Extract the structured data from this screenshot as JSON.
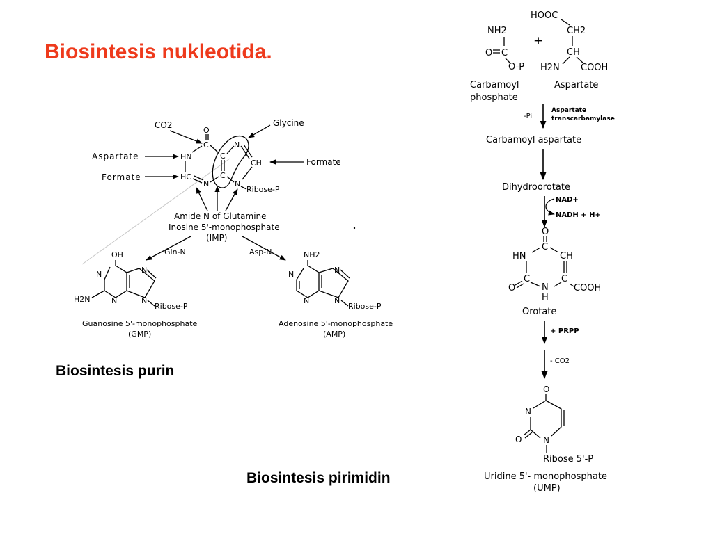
{
  "slide": {
    "title": "Biosintesis nukleotida.",
    "caption_purine": "Biosintesis purin",
    "caption_pyrimidine": "Biosintesis pirimidin",
    "title_color": "#ee3a1c"
  },
  "purine": {
    "sources": {
      "co2": "CO2",
      "glycine": "Glycine",
      "aspartate": "Aspartate",
      "formate_left": "Formate",
      "formate_right": "Formate",
      "amide": "Amide N of Glutamine"
    },
    "ring": {
      "o": "O",
      "c_top": "C",
      "hn": "HN",
      "hc": "HC",
      "n_bottom": "N",
      "c_mid1": "C",
      "c_mid2": "C",
      "n_top": "N",
      "ch": "CH",
      "n_right": "N",
      "ribose": "Ribose-P"
    },
    "imp_name": "Inosine 5'-monophosphate",
    "imp_abbr": "(IMP)",
    "arrow_left": "Gln-N",
    "arrow_right": "Asp-N",
    "gmp": {
      "oh": "OH",
      "h2n": "H2N",
      "n1": "N",
      "n2": "N",
      "n3": "N",
      "n4": "N",
      "ribose": "Ribose-P",
      "name": "Guanosine 5'-monophosphate",
      "abbr": "(GMP)"
    },
    "amp": {
      "nh2": "NH2",
      "n1": "N",
      "n2": "N",
      "n3": "N",
      "n4": "N",
      "ribose": "Ribose-P",
      "name": "Adenosine 5'-monophosphate",
      "abbr": "(AMP)"
    }
  },
  "pyrimidine": {
    "carbamoyl": {
      "nh2": "NH2",
      "o": "O",
      "c": "C",
      "op": "O-P",
      "name_line1": "Carbamoyl",
      "name_line2": "phosphate"
    },
    "plus": "+",
    "aspartate": {
      "hooc": "HOOC",
      "ch2": "CH2",
      "ch": "CH",
      "h2n": "H2N",
      "cooh": "COOH",
      "name": "Aspartate"
    },
    "step1": {
      "side": "-Pi",
      "enzyme_line1": "Aspartate",
      "enzyme_line2": "transcarbamylase"
    },
    "carbamoyl_aspartate": "Carbamoyl aspartate",
    "dihydroorotate": "Dihydroorotate",
    "nad": "NAD+",
    "nadh": "NADH + H+",
    "orotate_ring": {
      "o_top": "O",
      "c_top": "C",
      "hn": "HN",
      "ch": "CH",
      "c_left": "C",
      "c_right": "C",
      "o_left": "O",
      "n": "N",
      "h": "H",
      "cooh": "COOH"
    },
    "orotate": "Orotate",
    "prpp": "+ PRPP",
    "co2": "- CO2",
    "ump_ring": {
      "o_top": "O",
      "n_left": "N",
      "o_left": "O",
      "n_bottom": "N"
    },
    "ribose": "Ribose 5'-P",
    "ump_name": "Uridine 5'- monophosphate",
    "ump_abbr": "(UMP)"
  }
}
